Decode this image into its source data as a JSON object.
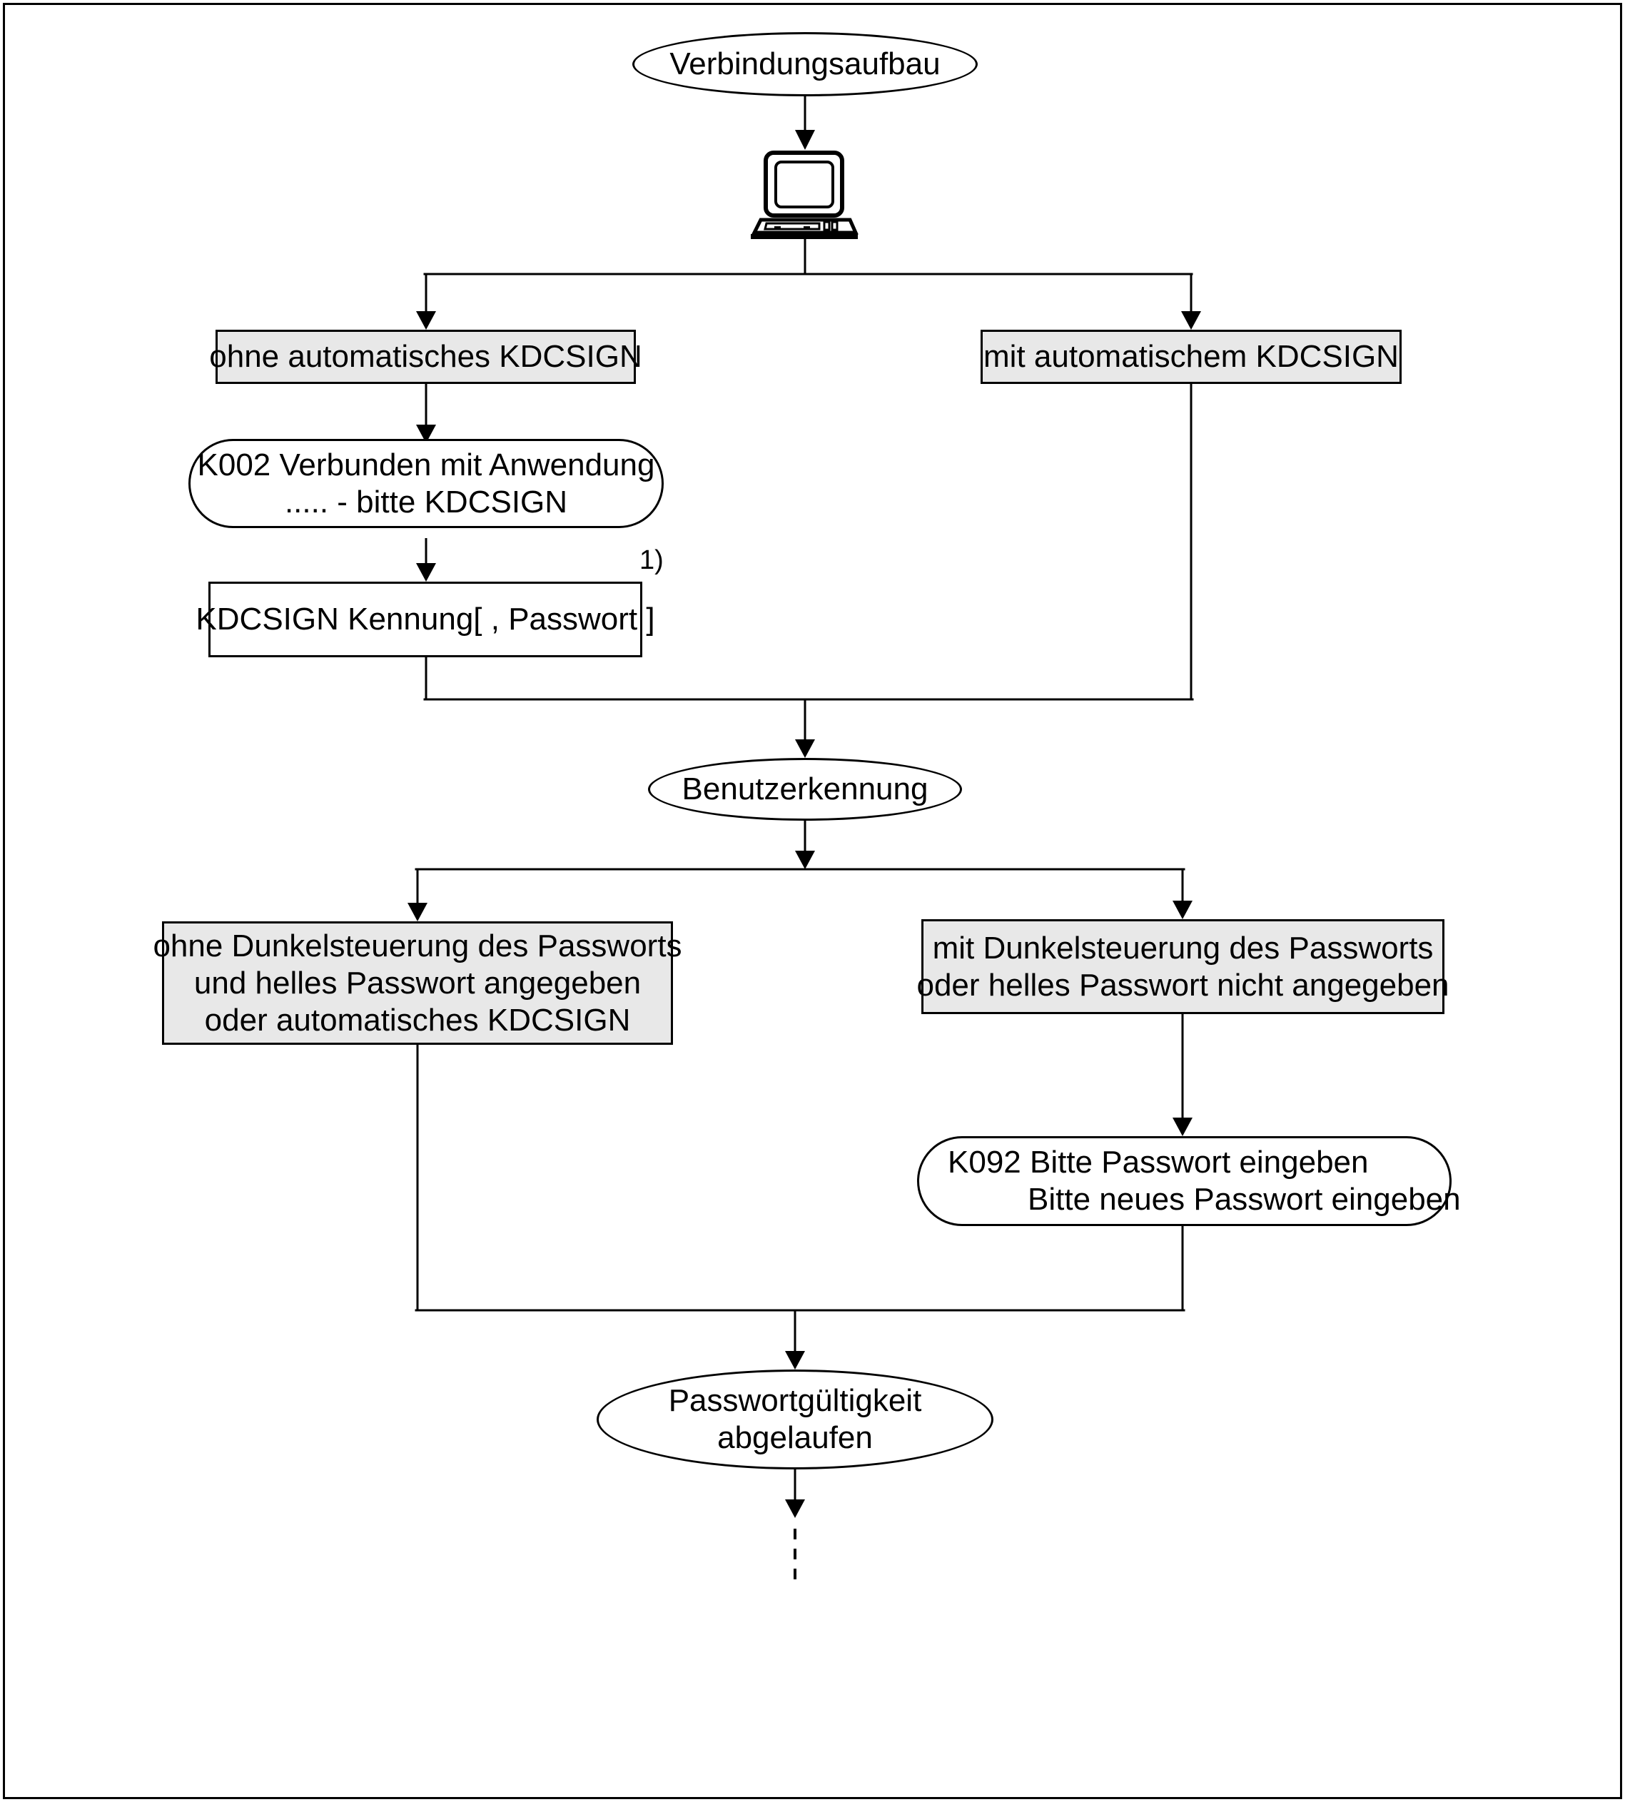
{
  "diagram": {
    "nodes": {
      "start": {
        "label": "Verbindungsaufbau"
      },
      "terminal_icon": "computer-terminal-icon",
      "branch_no_auto_kdcsign": {
        "label": "ohne automatisches KDCSIGN"
      },
      "branch_auto_kdcsign": {
        "label": "mit automatischem KDCSIGN"
      },
      "k002_message": {
        "line1": "K002 Verbunden mit Anwendung",
        "line2": "..... - bitte KDCSIGN"
      },
      "kdcsign_command": {
        "label": "KDCSIGN Kennung[ , Passwort ]",
        "footnote_marker": "1)"
      },
      "user_id": {
        "label": "Benutzerkennung"
      },
      "branch_no_dark_control": {
        "line1": "ohne Dunkelsteuerung des Passworts",
        "line2": "und helles Passwort angegeben",
        "line3": "oder automatisches KDCSIGN"
      },
      "branch_dark_control": {
        "line1": "mit Dunkelsteuerung des Passworts",
        "line2": "oder helles Passwort nicht angegeben"
      },
      "k092_message": {
        "line1": "K092 Bitte Passwort eingeben",
        "line2": "Bitte neues Passwort eingeben"
      },
      "password_expired": {
        "line1": "Passwortgültigkeit",
        "line2": "abgelaufen"
      }
    },
    "colors": {
      "box_fill": "#e8e8e8",
      "line": "#000000",
      "background": "#ffffff"
    }
  }
}
